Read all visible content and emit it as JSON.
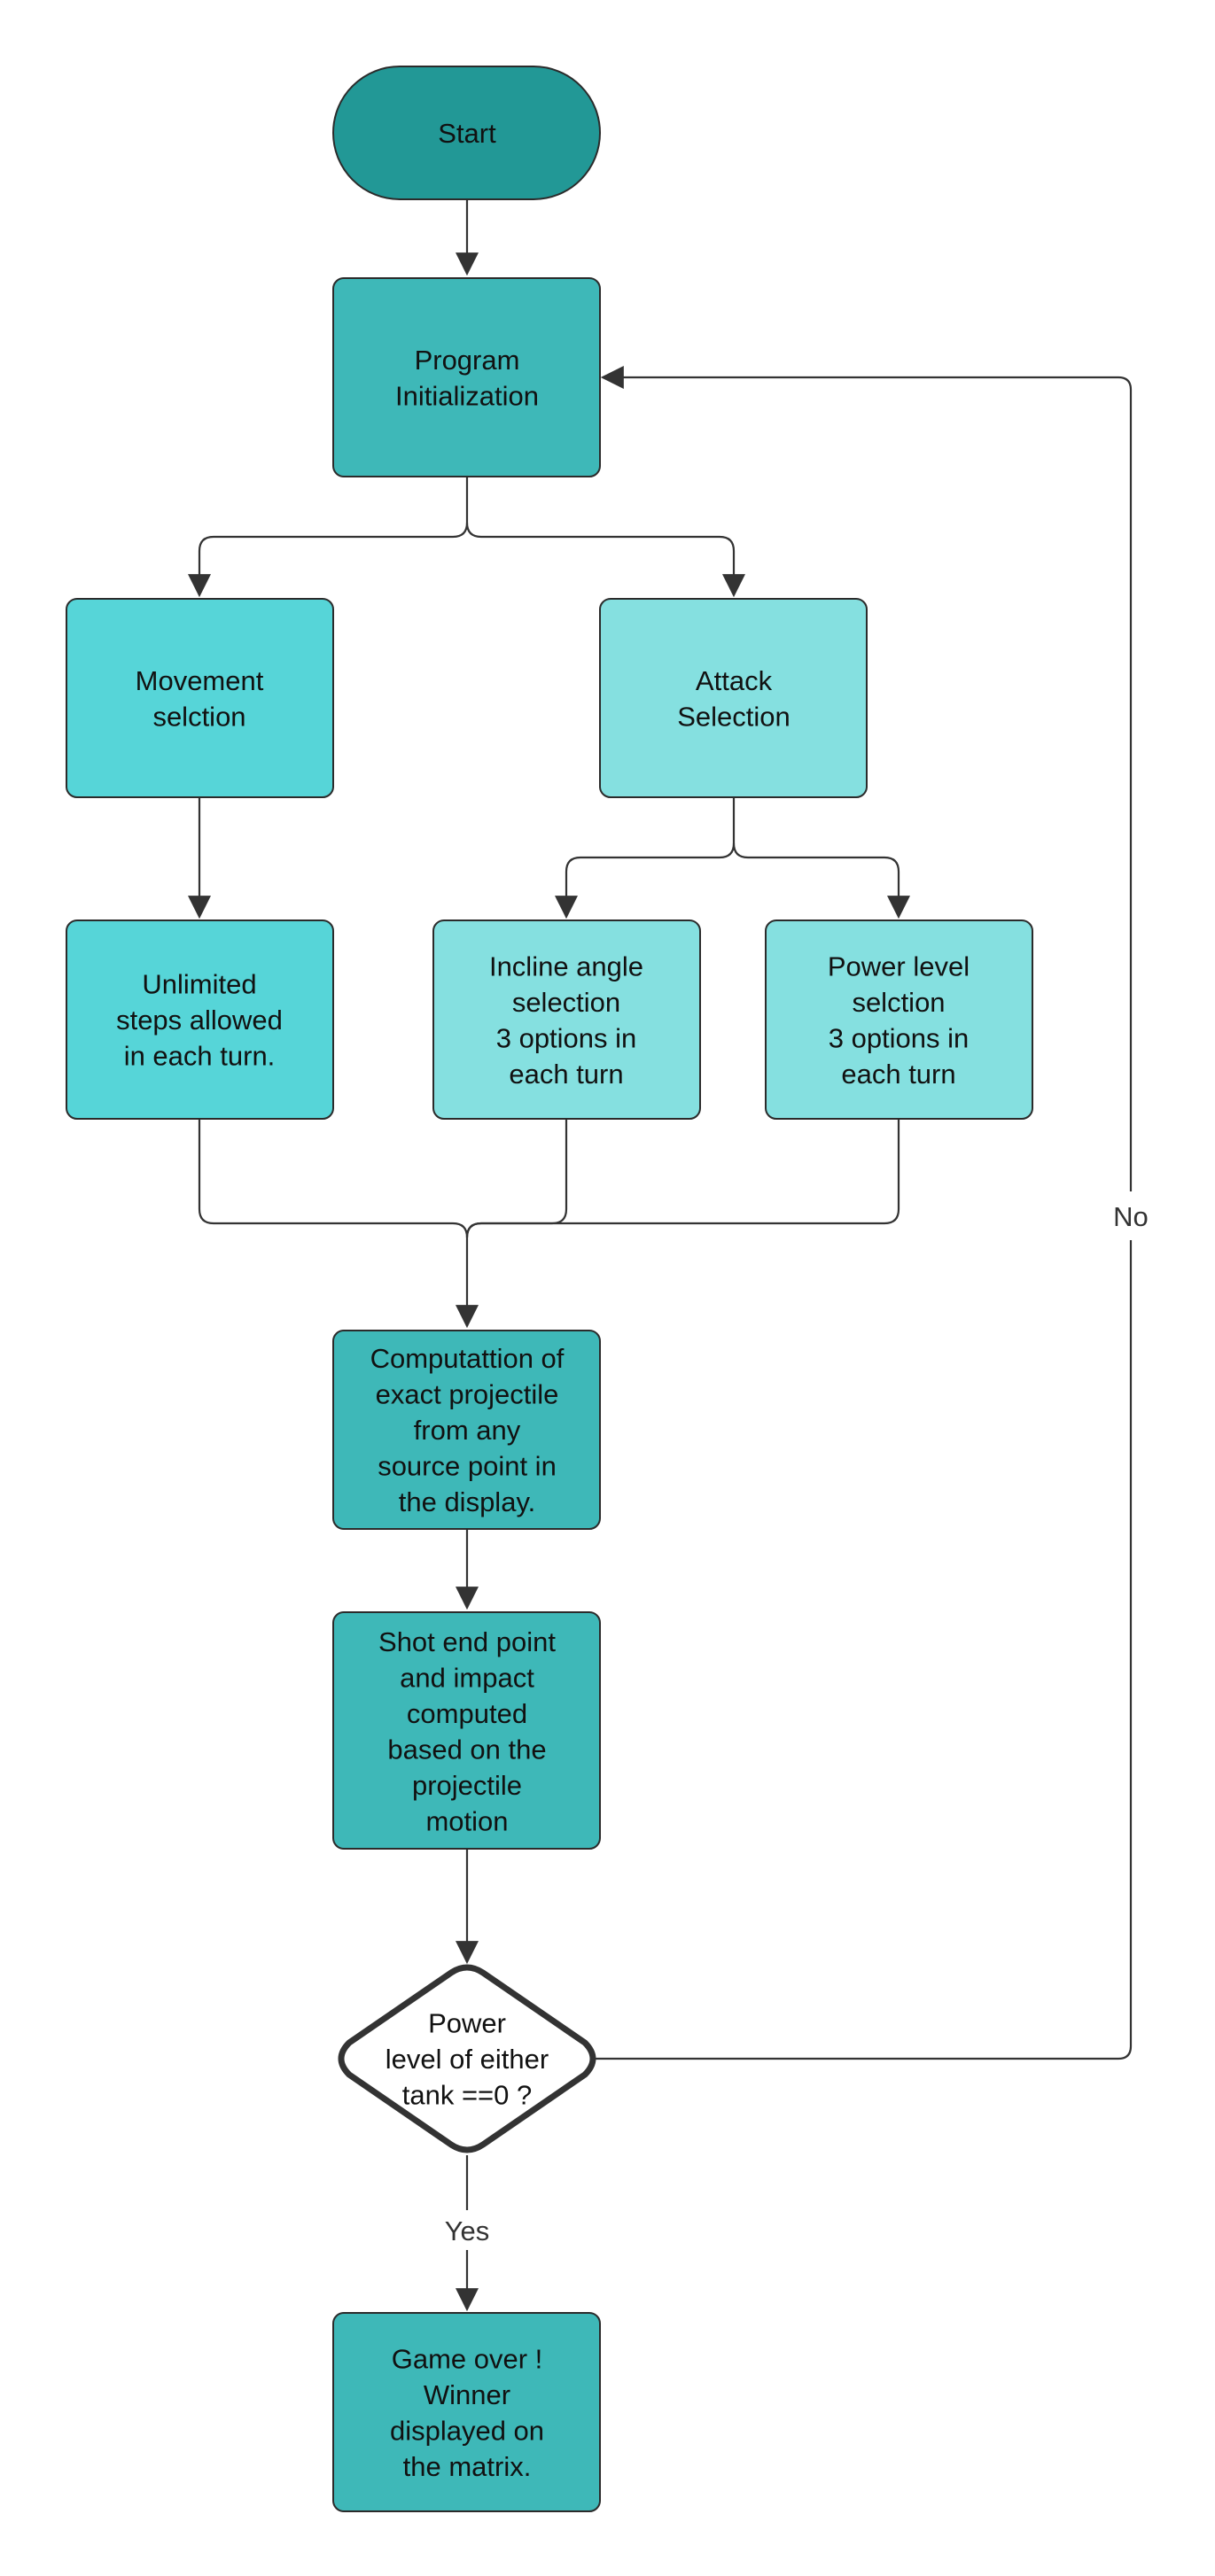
{
  "colors": {
    "start": "#229896",
    "dark": "#3eb8b8",
    "bright": "#56d5d8",
    "light": "#85e0e0",
    "decision_fill": "#ffffff",
    "decision_stroke": "#333333",
    "line": "#333333"
  },
  "nodes": {
    "start": {
      "lines": [
        "Start"
      ]
    },
    "init": {
      "lines": [
        "Program",
        "Initialization"
      ]
    },
    "movement": {
      "lines": [
        "Movement",
        "selction"
      ]
    },
    "attack": {
      "lines": [
        "Attack",
        "Selection"
      ]
    },
    "steps": {
      "lines": [
        "Unlimited",
        "steps allowed",
        "in each turn."
      ]
    },
    "incline": {
      "lines": [
        "Incline angle",
        "selection",
        "3 options in",
        "each turn"
      ]
    },
    "power": {
      "lines": [
        "Power level",
        "selction",
        "3 options in",
        "each turn"
      ]
    },
    "compute": {
      "lines": [
        "Computattion of",
        "exact projectile",
        "from any",
        "source point in",
        "the display."
      ]
    },
    "shot": {
      "lines": [
        "Shot end point",
        "and impact",
        "computed",
        "based on the",
        "projectile",
        "motion"
      ]
    },
    "decision": {
      "lines": [
        "Power",
        "level of either",
        "tank ==0 ?"
      ]
    },
    "gameover": {
      "lines": [
        "Game over !",
        "Winner",
        "displayed on",
        "the matrix."
      ]
    }
  },
  "edges": {
    "no_label": "No",
    "yes_label": "Yes"
  }
}
